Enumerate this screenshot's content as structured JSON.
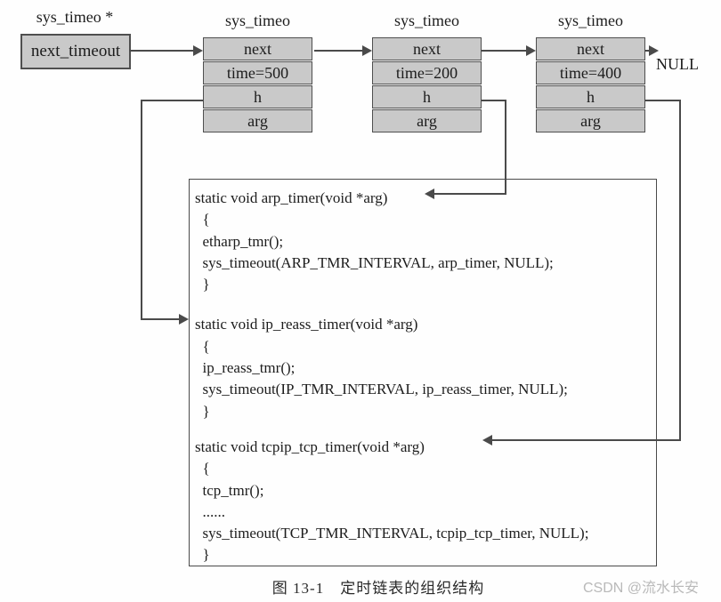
{
  "pointer": {
    "type_label": "sys_timeo *",
    "box_label": "next_timeout"
  },
  "nodes": [
    {
      "label": "sys_timeo",
      "rows": [
        "next",
        "time=500",
        "h",
        "arg"
      ]
    },
    {
      "label": "sys_timeo",
      "rows": [
        "next",
        "time=200",
        "h",
        "arg"
      ]
    },
    {
      "label": "sys_timeo",
      "rows": [
        "next",
        "time=400",
        "h",
        "arg"
      ]
    }
  ],
  "null_label": "NULL",
  "code": {
    "blocks": [
      {
        "lines": [
          "static void arp_timer(void *arg)",
          "  {",
          "  etharp_tmr();",
          "  sys_timeout(ARP_TMR_INTERVAL, arp_timer, NULL);",
          "  }"
        ]
      },
      {
        "lines": [
          "static void ip_reass_timer(void *arg)",
          "  {",
          "  ip_reass_tmr();",
          "  sys_timeout(IP_TMR_INTERVAL, ip_reass_timer, NULL);",
          "  }"
        ]
      },
      {
        "lines": [
          "static void tcpip_tcp_timer(void *arg)",
          "  {",
          "  tcp_tmr();",
          "  ......",
          "  sys_timeout(TCP_TMR_INTERVAL, tcpip_tcp_timer, NULL);",
          "  }"
        ]
      }
    ]
  },
  "caption": "图 13-1　定时链表的组织结构",
  "watermark": "CSDN @流水长安",
  "colors": {
    "node_fill": "#c9c9c9",
    "line": "#4a4a4a",
    "watermark": "#b9b9b9"
  }
}
